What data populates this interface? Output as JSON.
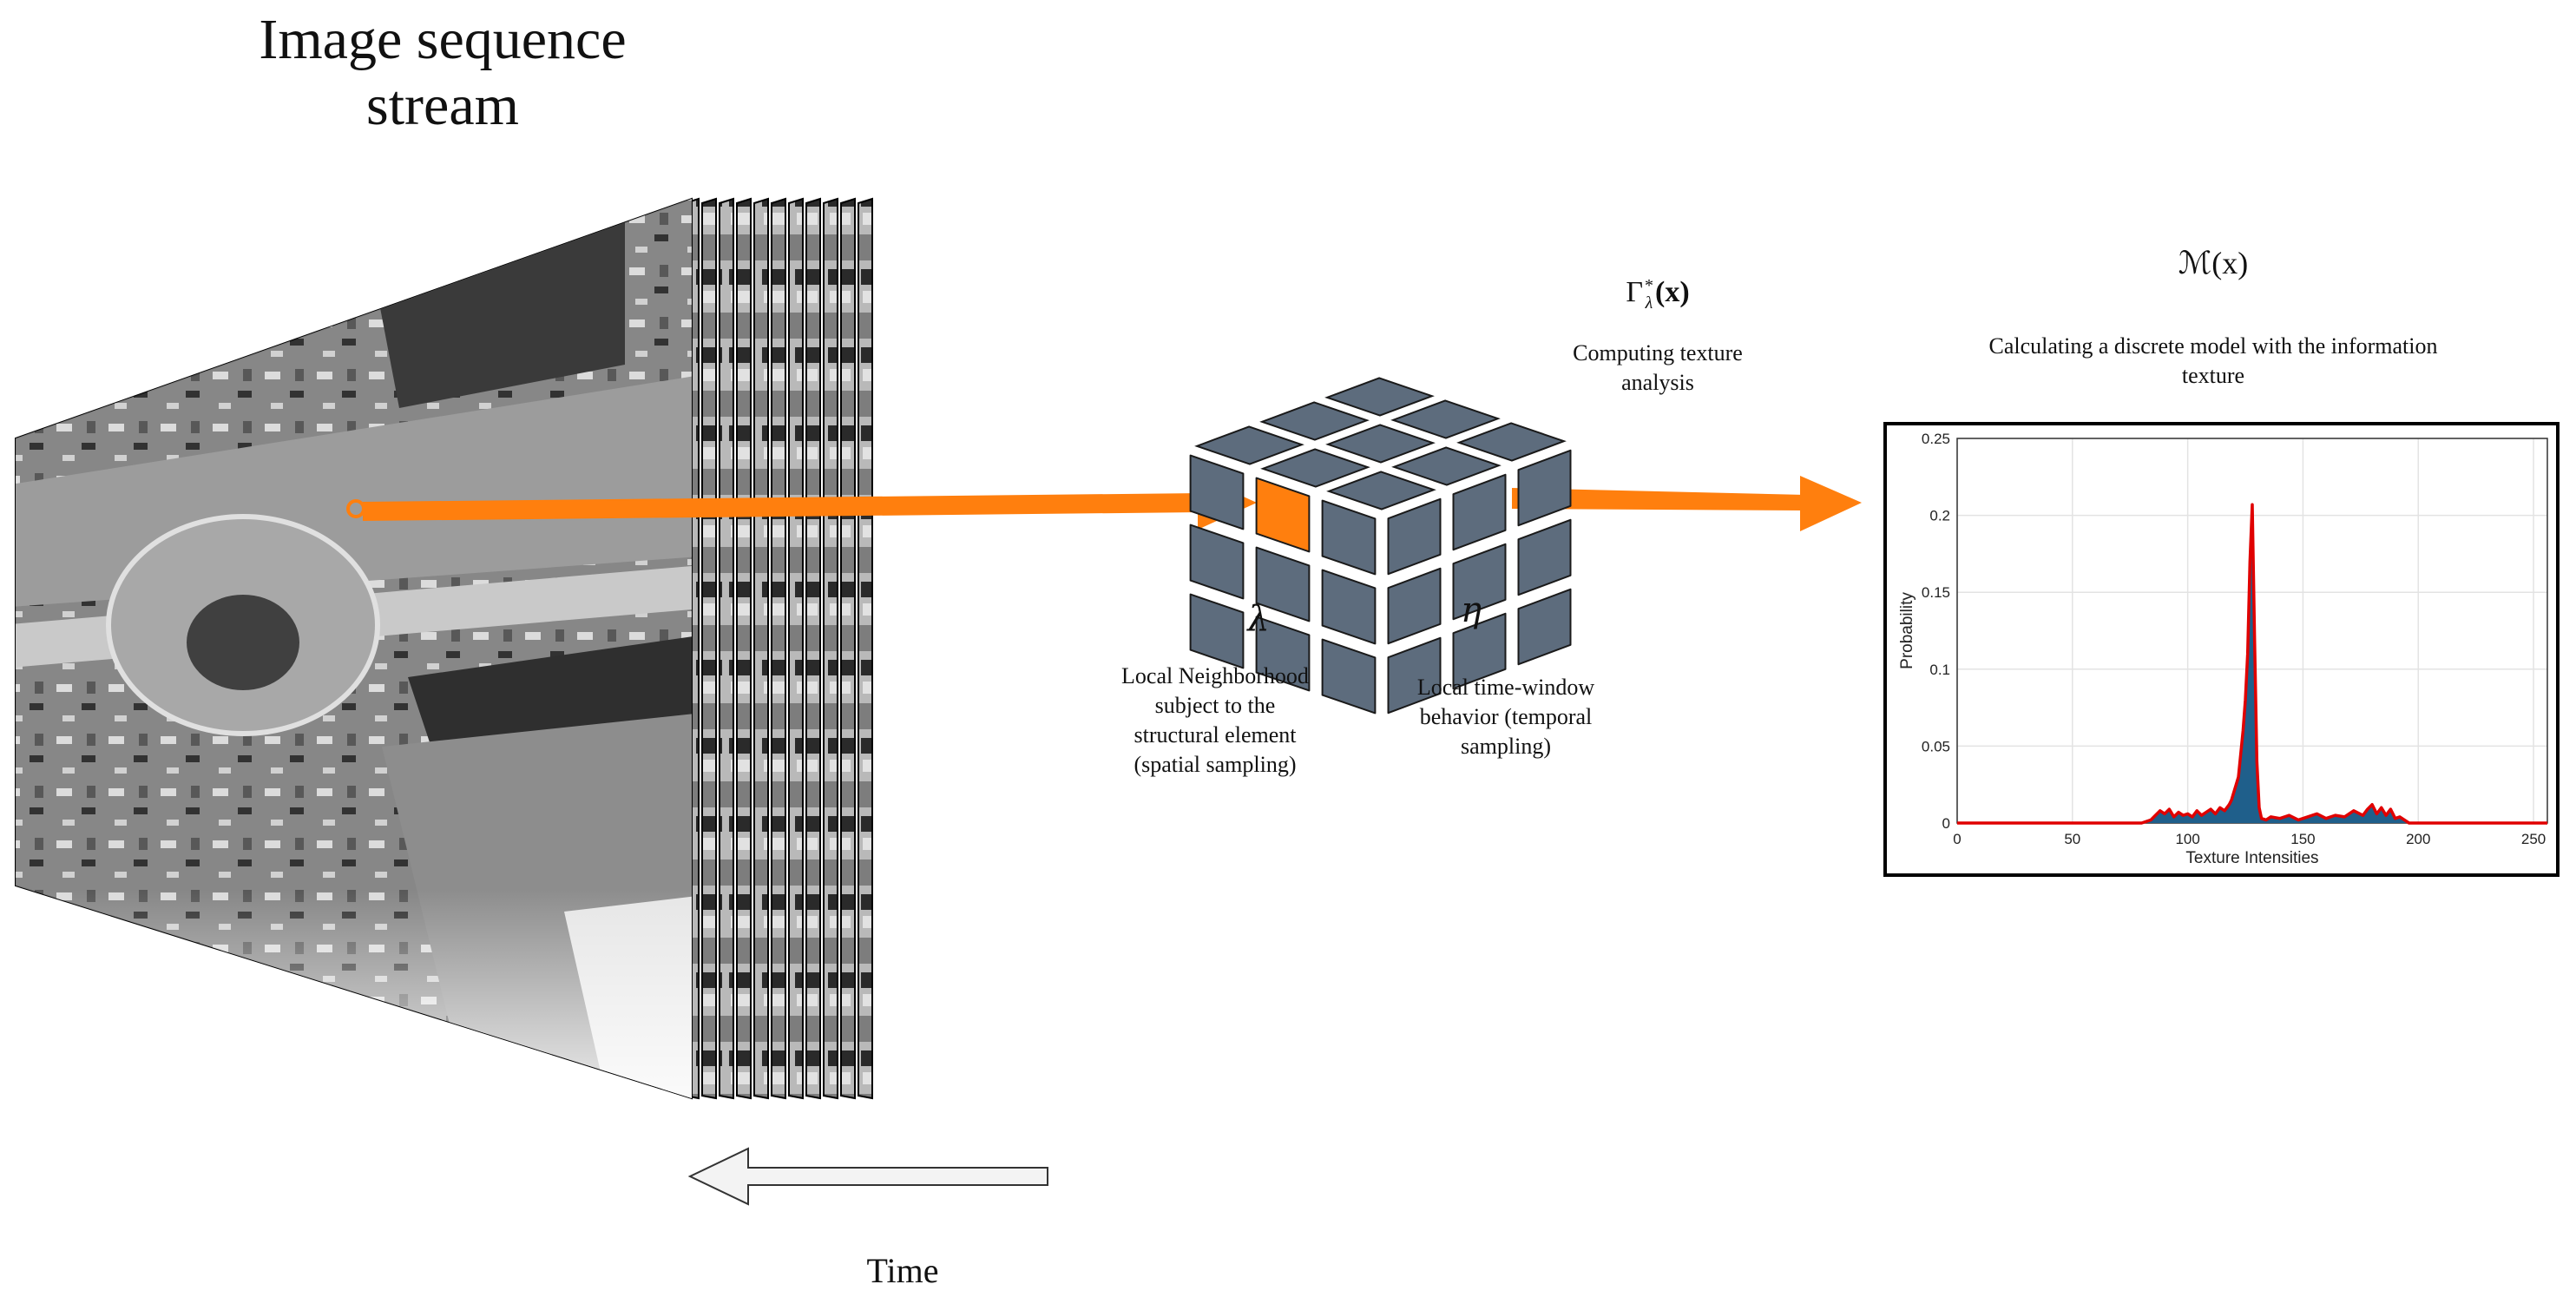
{
  "title": {
    "line1": "Image sequence",
    "line2": "stream"
  },
  "time_label": "Time",
  "cube": {
    "lambda_label": "λ",
    "eta_label": "η",
    "spatial_text": [
      "Local Neighborhood",
      "subject to the",
      "structural element",
      "(spatial sampling)"
    ],
    "temporal_text": [
      "Local time-window",
      "behavior (temporal",
      "sampling)"
    ]
  },
  "texture": {
    "symbol_base": "Γ",
    "symbol_sup": "*",
    "symbol_sub": "λ",
    "symbol_arg": "(x)",
    "caption": [
      "Computing texture",
      "analysis"
    ]
  },
  "model": {
    "symbol": "ℳ(x)",
    "caption": [
      "Calculating a discrete model with the information",
      "texture"
    ]
  },
  "colors": {
    "accent": "#ff7f0e",
    "cube_face": "#5d6c7d",
    "series_blue": "#1f5f8b",
    "series_red": "#e00000"
  },
  "chart_data": {
    "type": "area",
    "xlabel": "Texture Intensities",
    "ylabel": "Probability",
    "xlim": [
      0,
      256
    ],
    "ylim": [
      0,
      0.25
    ],
    "xticks": [
      0,
      50,
      100,
      150,
      200,
      250
    ],
    "yticks": [
      0,
      0.05,
      0.1,
      0.15,
      0.2,
      0.25
    ],
    "grid": true,
    "series": [
      {
        "x": [
          0,
          80,
          84,
          86,
          88,
          90,
          92,
          94,
          96,
          98,
          100,
          102,
          104,
          106,
          108,
          110,
          112,
          114,
          116,
          118,
          119,
          120,
          121,
          122,
          123,
          124,
          125,
          126,
          127,
          128,
          129,
          130,
          131,
          132,
          134,
          136,
          140,
          144,
          148,
          152,
          156,
          160,
          164,
          168,
          172,
          176,
          178,
          180,
          182,
          184,
          186,
          188,
          190,
          192,
          194,
          196,
          200,
          256
        ],
        "y": [
          0,
          0,
          0.002,
          0.005,
          0.008,
          0.006,
          0.009,
          0.004,
          0.007,
          0.005,
          0.006,
          0.004,
          0.008,
          0.005,
          0.007,
          0.009,
          0.006,
          0.01,
          0.008,
          0.012,
          0.015,
          0.02,
          0.025,
          0.03,
          0.045,
          0.06,
          0.08,
          0.11,
          0.17,
          0.207,
          0.12,
          0.04,
          0.01,
          0.003,
          0.002,
          0.004,
          0.003,
          0.005,
          0.002,
          0.004,
          0.006,
          0.003,
          0.005,
          0.004,
          0.008,
          0.005,
          0.009,
          0.012,
          0.006,
          0.01,
          0.005,
          0.009,
          0.003,
          0.004,
          0.002,
          0,
          0,
          0
        ]
      }
    ]
  }
}
